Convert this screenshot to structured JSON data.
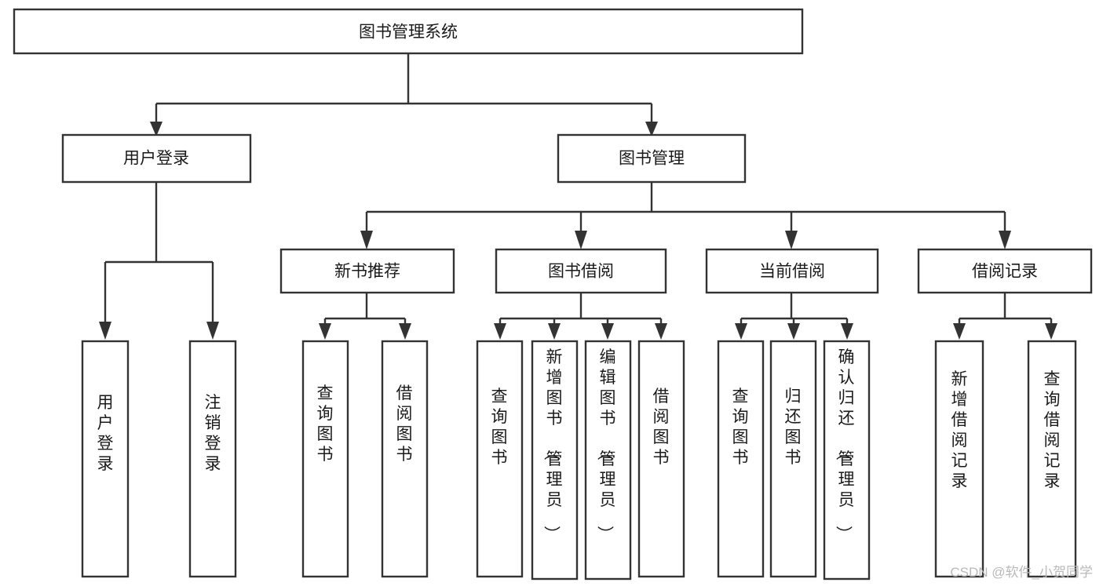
{
  "diagram": {
    "title": "图书管理系统",
    "type": "tree-hierarchy-chart",
    "root": {
      "label": "图书管理系统"
    },
    "level2": [
      {
        "label": "用户登录"
      },
      {
        "label": "图书管理"
      }
    ],
    "level3": [
      {
        "label": "新书推荐"
      },
      {
        "label": "图书借阅"
      },
      {
        "label": "当前借阅"
      },
      {
        "label": "借阅记录"
      }
    ],
    "leaves_user_login": [
      {
        "label": "用户登录"
      },
      {
        "label": "注销登录"
      }
    ],
    "leaves_new_book": [
      {
        "label": "查询图书"
      },
      {
        "label": "借阅图书"
      }
    ],
    "leaves_borrow": [
      {
        "label": "查询图书"
      },
      {
        "label": "新增图书（管理员）"
      },
      {
        "label": "编辑图书（管理员）"
      },
      {
        "label": "借阅图书"
      }
    ],
    "leaves_current": [
      {
        "label": "查询图书"
      },
      {
        "label": "归还图书"
      },
      {
        "label": "确认归还（管理员）"
      }
    ],
    "leaves_record": [
      {
        "label": "新增借阅记录"
      },
      {
        "label": "查询借阅记录"
      }
    ]
  },
  "watermark": {
    "text": "CSDN @软件_小贺同学"
  },
  "colors": {
    "stroke": "#333333",
    "box_fill": "#ffffff",
    "text": "#1a1a1a",
    "watermark": "#b9b9b9",
    "background": "#ffffff"
  }
}
